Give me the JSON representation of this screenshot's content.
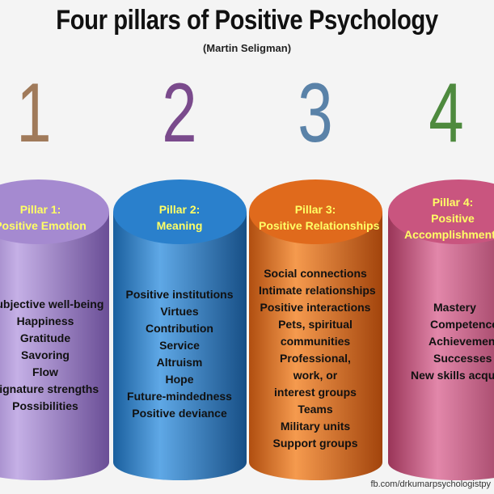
{
  "title": "Four pillars of Positive Psychology",
  "subtitle": "(Martin Seligman)",
  "numbers": [
    {
      "text": "1",
      "color": "#a07a5a"
    },
    {
      "text": "2",
      "color": "#7a4a8c"
    },
    {
      "text": "3",
      "color": "#5a82a8"
    },
    {
      "text": "4",
      "color": "#4e8a3e"
    }
  ],
  "pillars": [
    {
      "heading": [
        "Pillar 1:",
        "Positive Emotion"
      ],
      "items": [
        "Subjective well-being",
        "Happiness",
        "Gratitude",
        "Savoring",
        "Flow",
        "Signature strengths",
        "Possibilities"
      ],
      "color": "#9b80c4"
    },
    {
      "heading": [
        "Pillar 2:",
        "Meaning"
      ],
      "items": [
        "Positive institutions",
        "Virtues",
        "Contribution",
        "Service",
        "Altruism",
        "Hope",
        "Future-mindedness",
        "Positive deviance"
      ],
      "color": "#2f7fc8"
    },
    {
      "heading": [
        "Pillar 3:",
        "Positive Relationships"
      ],
      "items": [
        "Social connections",
        "Intimate relationships",
        "Positive interactions",
        "Pets, spiritual",
        "communities",
        "Professional,",
        "work, or",
        "interest groups",
        "Teams",
        "Military units",
        "Support groups"
      ],
      "color": "#d9661a"
    },
    {
      "heading": [
        "Pillar 4:",
        "Positive",
        "Accomplishments"
      ],
      "items": [
        "Mastery",
        "Competence",
        "Achievement",
        "Successes",
        "New skills acquisit"
      ],
      "color": "#c24f7a"
    }
  ],
  "credit": "fb.com/drkumarpsychologistpy"
}
